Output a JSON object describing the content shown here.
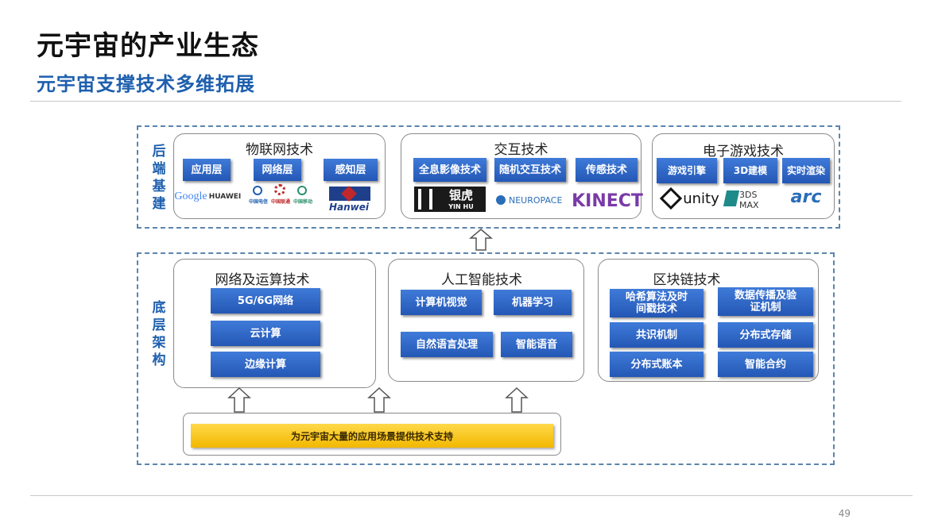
{
  "header": {
    "title": "元宇宙的产业生态",
    "subtitle": "元宇宙支撑技术多维拓展"
  },
  "page_number": "49",
  "backend": {
    "label": "后端基建",
    "iot": {
      "title": "物联网技术",
      "buttons": [
        "应用层",
        "网络层",
        "感知层"
      ],
      "logos": [
        "Google",
        "HUAWEI",
        "中国电信",
        "中国联通",
        "中国移动",
        "Hanwei"
      ]
    },
    "interaction": {
      "title": "交互技术",
      "buttons": [
        "全息影像技术",
        "随机交互技术",
        "传感技术"
      ],
      "logos": [
        "银虎",
        "YIN HU",
        "NEUROPACE",
        "KINECT"
      ]
    },
    "gaming": {
      "title": "电子游戏技术",
      "buttons": [
        "游戏引擎",
        "3D建模",
        "实时渲染"
      ],
      "logos": [
        "unity",
        "3DS MAX",
        "arc"
      ]
    }
  },
  "foundation": {
    "label": "底层架构",
    "network": {
      "title": "网络及运算技术",
      "buttons": [
        "5G/6G网络",
        "云计算",
        "边缘计算"
      ]
    },
    "ai": {
      "title": "人工智能技术",
      "buttons": [
        "计算机视觉",
        "机器学习",
        "自然语言处理",
        "智能语音"
      ]
    },
    "blockchain": {
      "title": "区块链技术",
      "buttons": [
        "哈希算法及时间戳技术",
        "数据传播及验证机制",
        "共识机制",
        "分布式存储",
        "分布式账本",
        "智能合约"
      ]
    },
    "support_bar": "为元宇宙大量的应用场景提供技术支持"
  },
  "colors": {
    "accent": "#1e5fae",
    "button": "#2f68c8",
    "bar": "#f5c21a",
    "dashed_border": "#5b84ad"
  }
}
